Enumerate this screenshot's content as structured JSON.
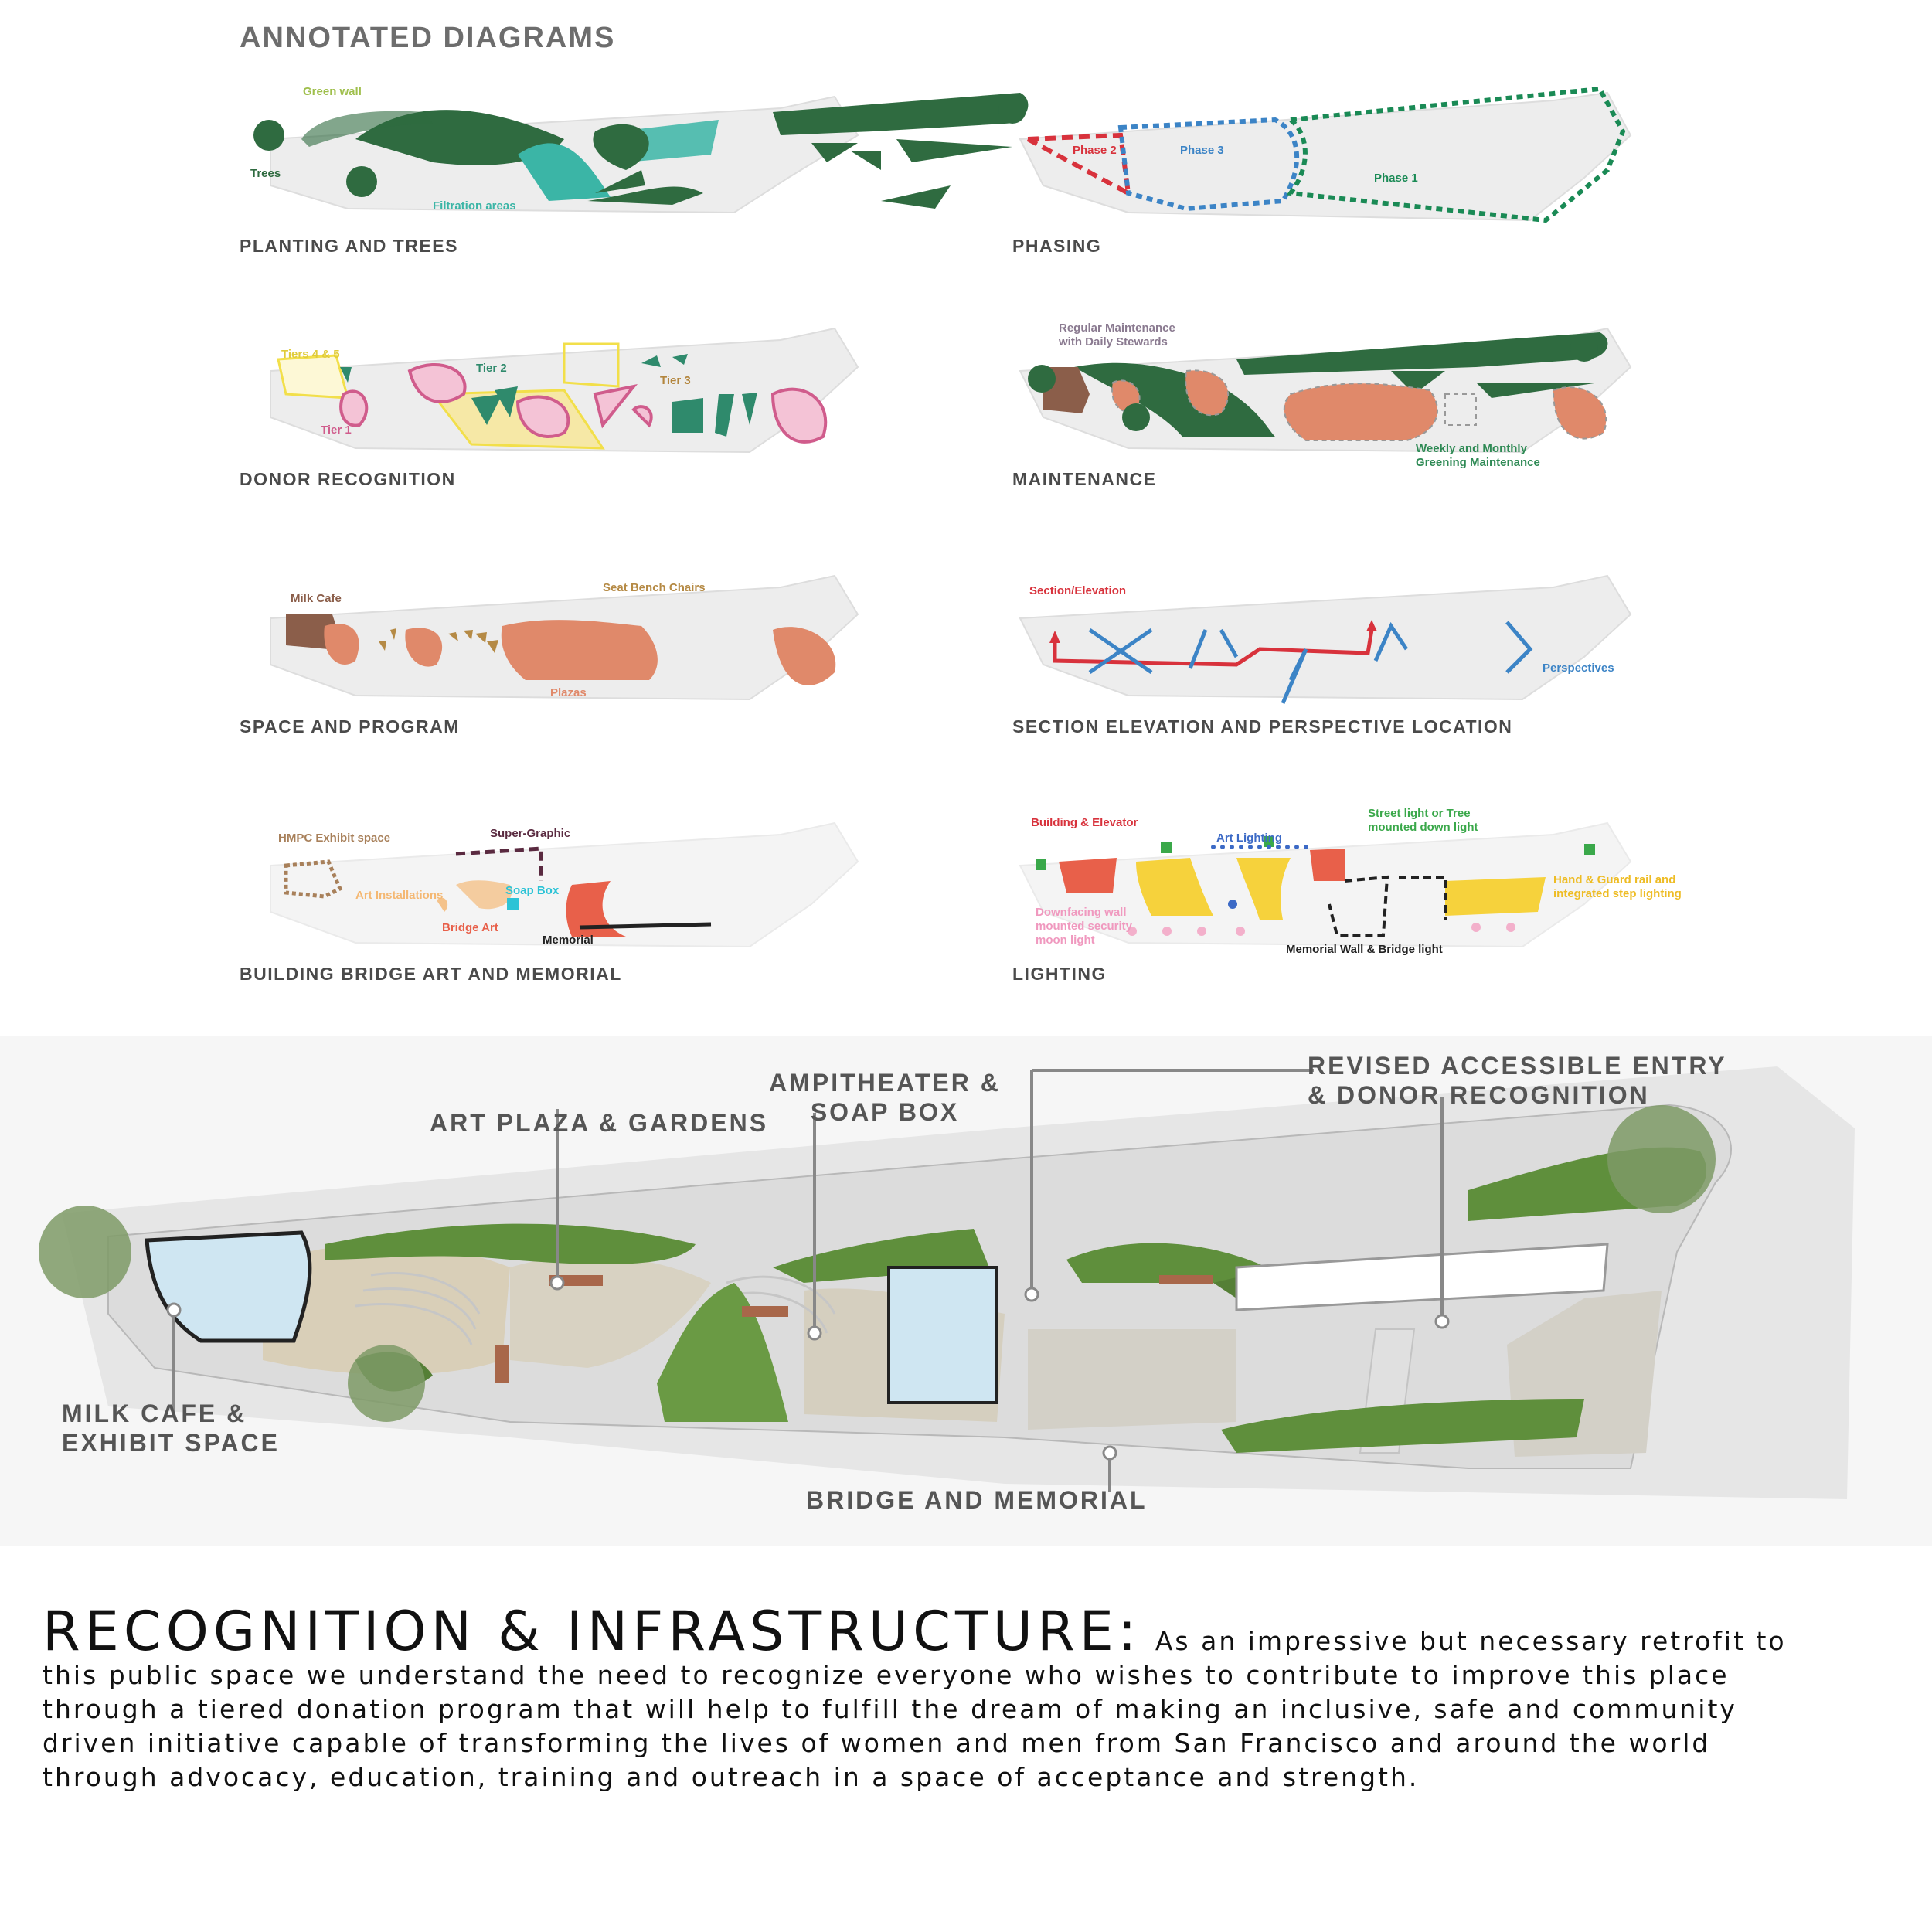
{
  "heading": "ANNOTATED DIAGRAMS",
  "colors": {
    "green": "#2f6b40",
    "teal": "#3bb5a6",
    "pink": "#d05c8c",
    "yellow": "#f2df4a",
    "orange": "#e0896a",
    "brown": "#8b5e4a",
    "red": "#d8323c",
    "blue": "#3c84c6",
    "gray_plan": "#ededed"
  },
  "panels": {
    "planting": {
      "caption": "PLANTING AND TREES",
      "labels": {
        "green_wall": "Green wall",
        "trees": "Trees",
        "filtration": "Filtration areas"
      }
    },
    "phasing": {
      "caption": "PHASING",
      "labels": {
        "phase2": "Phase 2",
        "phase3": "Phase 3",
        "phase1": "Phase 1"
      }
    },
    "donor": {
      "caption": "DONOR RECOGNITION",
      "labels": {
        "tiers45": "Tiers 4 & 5",
        "tier2": "Tier 2",
        "tier3": "Tier 3",
        "tier1": "Tier 1"
      }
    },
    "maintenance": {
      "caption": "MAINTENANCE",
      "labels": {
        "regular_1": "Regular Maintenance",
        "regular_2": "with Daily Stewards",
        "weekly_1": "Weekly and Monthly",
        "weekly_2": "Greening Maintenance"
      }
    },
    "space": {
      "caption": "SPACE AND PROGRAM",
      "labels": {
        "milk": "Milk Cafe",
        "seat": "Seat Bench Chairs",
        "plazas": "Plazas"
      }
    },
    "section": {
      "caption": "SECTION ELEVATION AND PERSPECTIVE LOCATION",
      "labels": {
        "section": "Section/Elevation",
        "perspectives": "Perspectives"
      }
    },
    "bridge": {
      "caption": "BUILDING BRIDGE ART AND MEMORIAL",
      "labels": {
        "hmpc": "HMPC Exhibit space",
        "super": "Super-Graphic",
        "art": "Art Installations",
        "soap": "Soap Box",
        "bridge": "Bridge Art",
        "memorial": "Memorial"
      }
    },
    "lighting": {
      "caption": "LIGHTING",
      "labels": {
        "building": "Building & Elevator",
        "art": "Art Lighting",
        "street_1": "Street light or Tree",
        "street_2": "mounted down light",
        "hand_1": "Hand & Guard rail and",
        "hand_2": "integrated step lighting",
        "down_1": "Downfacing wall",
        "down_2": "mounted security",
        "down_3": "moon light",
        "memorial": "Memorial Wall & Bridge light"
      }
    }
  },
  "plan": {
    "callouts": {
      "ampitheater_1": "AMPITHEATER &",
      "ampitheater_2": "SOAP BOX",
      "revised_1": "REVISED ACCESSIBLE ENTRY",
      "revised_2": "& DONOR RECOGNITION",
      "art_plaza": "ART PLAZA & GARDENS",
      "milk_1": "MILK CAFE &",
      "milk_2": "EXHIBIT SPACE",
      "bridge": "BRIDGE AND MEMORIAL"
    }
  },
  "text": {
    "title": "RECOGNITION & INFRASTRUCTURE:",
    "line1": "As an impressive but necessary retrofit to",
    "line2": "this public space we understand the need to recognize everyone who wishes to contribute to improve this place",
    "line3": "through a tiered donation program that will help to fulfill the dream of making an inclusive, safe and community",
    "line4": "driven initiative capable of transforming the lives of women and men from San Francisco and around the world",
    "line5": "through advocacy, education, training and outreach in a space of acceptance and strength."
  }
}
